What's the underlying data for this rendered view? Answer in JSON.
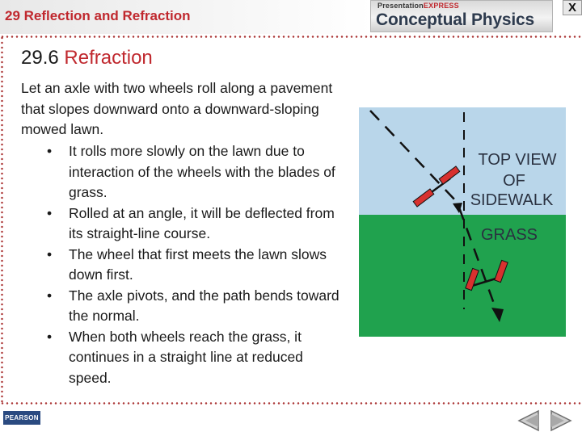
{
  "header": {
    "chapter_title": "29 Reflection and Refraction",
    "brand_small_a": "Presentation",
    "brand_small_b": "EXPRESS",
    "brand_main": "Conceptual Physics",
    "close_label": "X"
  },
  "slide": {
    "section_number": "29.6",
    "section_name": "Refraction",
    "intro": "Let an axle with two wheels roll along a pavement that slopes downward onto a downward-sloping mowed lawn.",
    "bullets": [
      "It rolls more slowly on the lawn due to interaction of the wheels with the blades of grass.",
      "Rolled at an angle, it will be deflected from its straight-line course.",
      "The wheel that first meets the lawn slows down first.",
      "The axle pivots, and the path bends toward the normal.",
      "When both wheels reach the grass, it continues in a straight line at reduced speed."
    ],
    "bullet_glyph": "•"
  },
  "figure": {
    "label_sidewalk_line1": "TOP VIEW",
    "label_sidewalk_line2": "OF",
    "label_sidewalk_line3": "SIDEWALK",
    "label_grass": "GRASS",
    "colors": {
      "sidewalk": "#b9d6ea",
      "grass": "#20a24e",
      "wheel": "#d8312f"
    }
  },
  "footer": {
    "publisher": "PEARSON",
    "prev_icon": "prev-arrow-icon",
    "next_icon": "next-arrow-icon"
  },
  "colors": {
    "accent": "#c0282e",
    "text": "#1a1a1a"
  }
}
